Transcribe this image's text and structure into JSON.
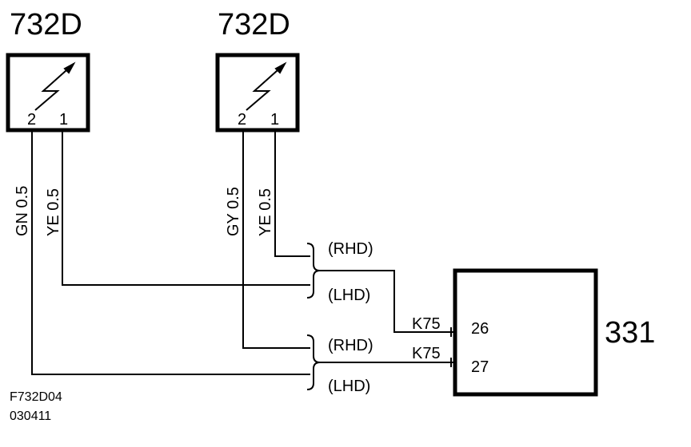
{
  "components": {
    "sensor_left": {
      "label": "732D",
      "pin_2": "2",
      "pin_1": "1"
    },
    "sensor_right": {
      "label": "732D",
      "pin_2": "2",
      "pin_1": "1"
    },
    "module": {
      "label": "331",
      "pin_a": "26",
      "pin_b": "27"
    }
  },
  "wires": {
    "left_pin2": "GN  0.5",
    "left_pin1": "YE  0.5",
    "right_pin2": "GY  0.5",
    "right_pin1": "YE  0.5"
  },
  "variants": {
    "upper_rhd": "(RHD)",
    "upper_lhd": "(LHD)",
    "lower_rhd": "(RHD)",
    "lower_lhd": "(LHD)"
  },
  "connectors": {
    "upper": "K75",
    "lower": "K75"
  },
  "footer": {
    "code": "F732D04",
    "date": "030411"
  },
  "colors": {
    "line": "#000000",
    "background": "#ffffff"
  }
}
